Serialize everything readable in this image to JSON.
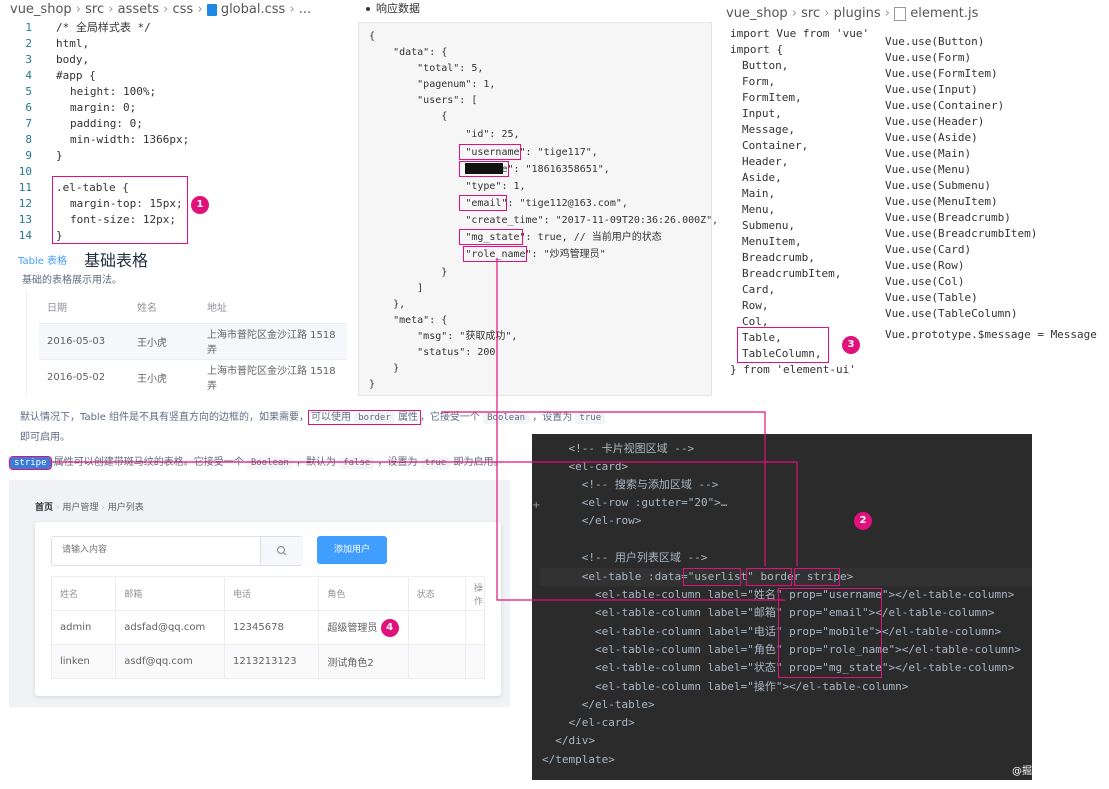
{
  "css_file": {
    "breadcrumb": [
      "vue_shop",
      "src",
      "assets",
      "css",
      "global.css",
      "..."
    ],
    "lines": [
      "1",
      "2",
      "3",
      "4",
      "5",
      "6",
      "7",
      "8",
      "9",
      "10",
      "11",
      "12",
      "13",
      "14"
    ],
    "comment": "/* 全局样式表 */",
    "html": "html,",
    "body": "body,",
    "app": "#app {",
    "height": "height: 100%;",
    "margin": "margin: 0;",
    "padding": "padding: 0;",
    "minwidth": "min-width: 1366px;",
    "close1": "}",
    "eltable": ".el-table {",
    "margintop": "margin-top: 15px;",
    "fontsize": "font-size: 12px;",
    "close2": "}"
  },
  "json_panel": {
    "heading": "响应数据",
    "lines": [
      "{",
      "    \"data\": {",
      "        \"total\": 5,",
      "        \"pagenum\": 1,",
      "        \"users\": [",
      "            {",
      "                \"id\": 25,",
      "                \"username\": \"tige117\",",
      "                \"mobile\": \"18616358651\",",
      "                \"type\": 1,",
      "                \"email\": \"tige112@163.com\",",
      "                \"create_time\": \"2017-11-09T20:36:26.000Z\",",
      "                \"mg_state\": true, // 当前用户的状态",
      "                \"role_name\": \"炒鸡管理员\"",
      "            }",
      "        ]",
      "    },",
      "    \"meta\": {",
      "        \"msg\": \"获取成功\",",
      "        \"status\": 200",
      "    }",
      "}"
    ]
  },
  "element_file": {
    "breadcrumb": [
      "vue_shop",
      "src",
      "plugins",
      "element.js"
    ],
    "import_vue": "import Vue from 'vue'",
    "import_open": "import {",
    "components": [
      "Button,",
      "Form,",
      "FormItem,",
      "Input,",
      "Message,",
      "Container,",
      "Header,",
      "Aside,",
      "Main,",
      "Menu,",
      "Submenu,",
      "MenuItem,",
      "Breadcrumb,",
      "BreadcrumbItem,",
      "Card,",
      "Row,",
      "Col,",
      "Table,",
      "TableColumn,"
    ],
    "import_close": "} from 'element-ui'",
    "uses": [
      "Vue.use(Button)",
      "Vue.use(Form)",
      "Vue.use(FormItem)",
      "Vue.use(Input)",
      "Vue.use(Container)",
      "Vue.use(Header)",
      "Vue.use(Aside)",
      "Vue.use(Main)",
      "Vue.use(Menu)",
      "Vue.use(Submenu)",
      "Vue.use(MenuItem)",
      "Vue.use(Breadcrumb)",
      "Vue.use(BreadcrumbItem)",
      "Vue.use(Card)",
      "Vue.use(Row)",
      "Vue.use(Col)",
      "Vue.use(Table)",
      "Vue.use(TableColumn)"
    ],
    "prototype": "Vue.prototype.$message = Message"
  },
  "doc": {
    "tag": "Table 表格",
    "title": "基础表格",
    "subtitle": "基础的表格展示用法。",
    "headers": [
      "日期",
      "姓名",
      "地址"
    ],
    "rows": [
      [
        "2016-05-03",
        "王小虎",
        "上海市普陀区金沙江路 1518 弄"
      ],
      [
        "2016-05-02",
        "王小虎",
        "上海市普陀区金沙江路 1518 弄"
      ]
    ],
    "p1_a": "默认情况下，Table 组件是不具有竖直方向的边框的，如果需要，",
    "p1_b": "可以使用",
    "p1_code1": "border",
    "p1_c": "属性",
    "p1_d": "，它接受一个",
    "p1_code2": "Boolean",
    "p1_e": "，设置为",
    "p1_code3": "true",
    "p1_f": "即可启用。",
    "p2_code1": "stripe",
    "p2_a": "属性可以创建带斑马纹的表格。它接受一个",
    "p2_code2": "Boolean",
    "p2_b": "，默认为",
    "p2_code3": "false",
    "p2_c": "，设置为",
    "p2_code4": "true",
    "p2_d": "即为启用。"
  },
  "app": {
    "breadcrumb": [
      "首页",
      "用户管理",
      "用户列表"
    ],
    "search_placeholder": "请输入内容",
    "add_button": "添加用户",
    "headers": [
      "姓名",
      "邮箱",
      "电话",
      "角色",
      "状态",
      "操作"
    ],
    "rows": [
      [
        "admin",
        "adsfad@qq.com",
        "12345678",
        "超级管理员",
        "",
        ""
      ],
      [
        "linken",
        "asdf@qq.com",
        "1213213123",
        "测试角色2",
        "",
        ""
      ]
    ]
  },
  "template_code": {
    "lines": [
      "    <!-- 卡片视图区域 -->",
      "    <el-card>",
      "      <!-- 搜索与添加区域 -->",
      "      <el-row :gutter=\"20\">…",
      "      </el-row>",
      "",
      "      <!-- 用户列表区域 -->",
      "      <el-table :data=\"userlist\" border stripe>",
      "        <el-table-column label=\"姓名\" prop=\"username\"></el-table-column>",
      "        <el-table-column label=\"邮箱\" prop=\"email\"></el-table-column>",
      "        <el-table-column label=\"电话\" prop=\"mobile\"></el-table-column>",
      "        <el-table-column label=\"角色\" prop=\"role_name\"></el-table-column>",
      "        <el-table-column label=\"状态\" prop=\"mg_state\"></el-table-column>",
      "        <el-table-column label=\"操作\"></el-table-column>",
      "      </el-table>",
      "    </el-card>",
      "  </div>",
      "</template>"
    ]
  },
  "badges": [
    "1",
    "2",
    "3",
    "4"
  ],
  "watermark": "@掘金技术社区",
  "colors": {
    "accent": "#e0117a",
    "primary": "#409eff"
  }
}
